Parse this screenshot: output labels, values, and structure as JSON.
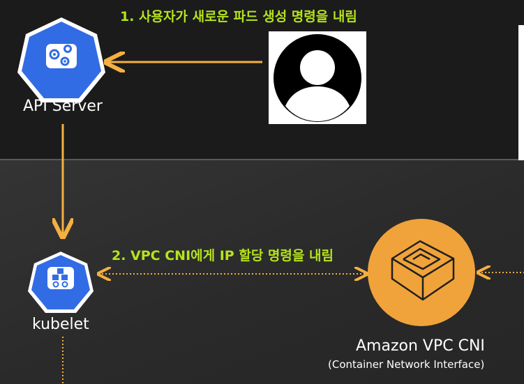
{
  "steps": {
    "step1": "1. 사용자가 새로운 파드 생성 명령을 내림",
    "step2": "2. VPC CNI에게 IP 할당 명령을 내림"
  },
  "nodes": {
    "api_server": {
      "label": "API Server",
      "icon": "kubernetes-api-server-icon"
    },
    "kubelet": {
      "label": "kubelet",
      "icon": "kubernetes-kubelet-icon"
    },
    "user": {
      "icon": "user-avatar-icon"
    },
    "vpc_cni": {
      "label": "Amazon VPC CNI",
      "sublabel": "(Container Network Interface)",
      "icon": "vpc-cni-icon"
    }
  },
  "colors": {
    "arrow": "#f5b041",
    "step_text": "#b5e31c",
    "k8s_blue": "#326ce5",
    "cni_orange": "#f0a33a"
  }
}
